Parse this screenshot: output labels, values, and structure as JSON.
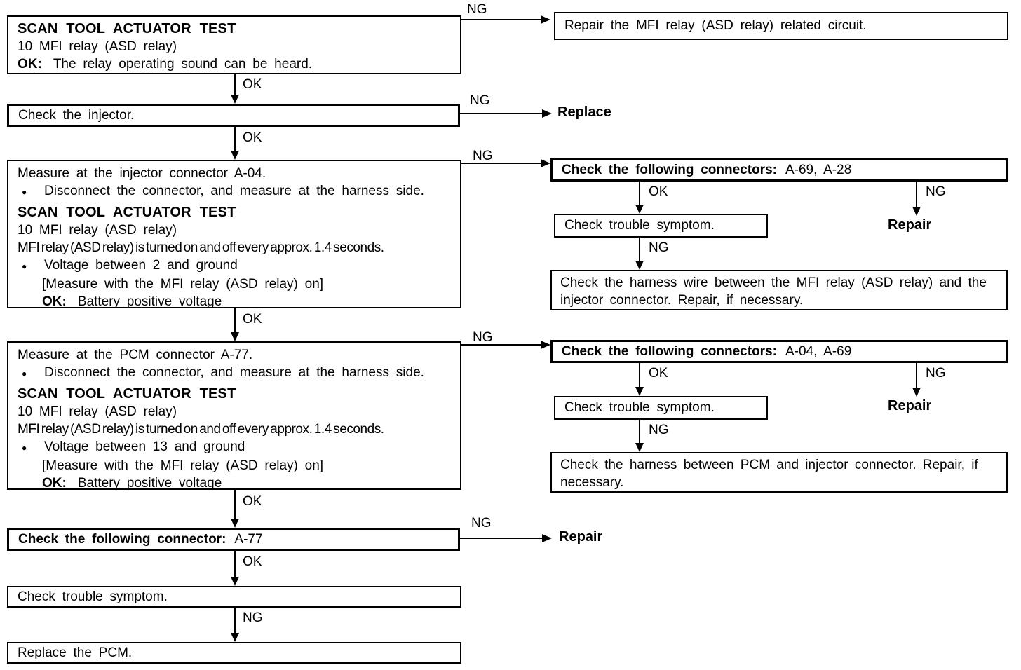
{
  "labels": {
    "ok": "OK",
    "ng": "NG"
  },
  "glyphs": {
    "bullet": "●"
  },
  "nodes": {
    "scan_tool_test": {
      "title": "SCAN TOOL ACTUATOR TEST",
      "subtitle": "10 MFI relay (ASD relay)",
      "ok_prefix": "OK:",
      "ok_text": "The relay operating sound can be heard."
    },
    "repair_mfi_circuit": {
      "text": "Repair the MFI relay (ASD relay) related circuit."
    },
    "check_injector": {
      "text": "Check the injector."
    },
    "measure_injector": {
      "line1": "Measure at the injector connector A-04.",
      "bullet1": "Disconnect the connector, and measure at the harness side.",
      "title": "SCAN TOOL ACTUATOR TEST",
      "subtitle": "10 MFI relay (ASD relay)",
      "note": "MFI relay (ASD relay) is turned on and off every approx. 1.4 seconds.",
      "bullet2": "Voltage between 2 and ground",
      "measure_note": "[Measure with the MFI relay (ASD relay) on]",
      "ok_prefix": "OK:",
      "ok_text": "Battery positive voltage"
    },
    "connectors_1": {
      "label": "Check the following connectors:",
      "value": "A-69, A-28"
    },
    "check_trouble_1": {
      "text": "Check trouble symptom."
    },
    "harness_wire_1": {
      "text": "Check the harness wire between the MFI relay (ASD relay) and the injector connector. Repair, if necessary."
    },
    "measure_pcm": {
      "line1": "Measure at the PCM connector A-77.",
      "bullet1": "Disconnect the connector, and measure at the harness side.",
      "title": "SCAN TOOL ACTUATOR TEST",
      "subtitle": "10 MFI relay (ASD relay)",
      "note": "MFI relay (ASD relay) is turned on and off every approx. 1.4 seconds.",
      "bullet2": "Voltage between 13 and ground",
      "measure_note": "[Measure with the MFI relay (ASD relay) on]",
      "ok_prefix": "OK:",
      "ok_text": "Battery positive voltage"
    },
    "connectors_2": {
      "label": "Check the following connectors:",
      "value": "A-04, A-69"
    },
    "check_trouble_2": {
      "text": "Check trouble symptom."
    },
    "harness_pcm": {
      "text": "Check the harness between PCM and injector connector. Repair, if necessary."
    },
    "connector_a77": {
      "label": "Check the following connector:",
      "value": "A-77"
    },
    "check_trouble_3": {
      "text": "Check trouble symptom."
    },
    "replace_pcm": {
      "text": "Replace the PCM."
    }
  },
  "terminals": {
    "replace": "Replace",
    "repair_1": "Repair",
    "repair_2": "Repair",
    "repair_3": "Repair"
  }
}
